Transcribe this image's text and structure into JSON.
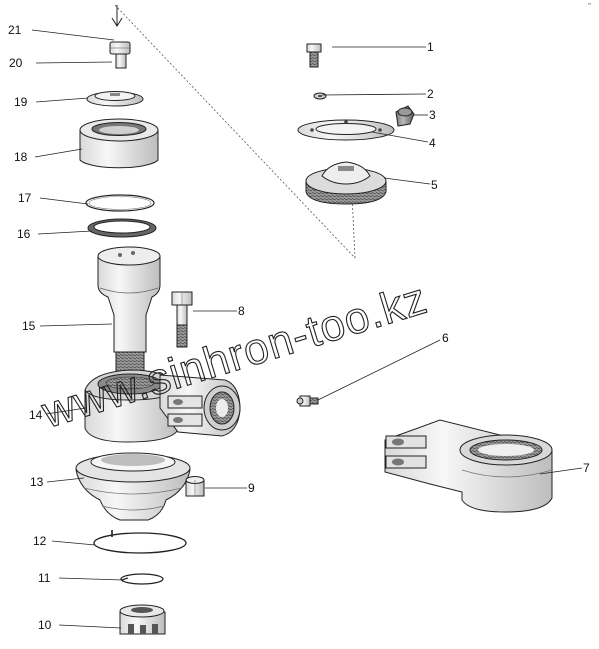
{
  "diagram": {
    "corner_mark": "ᵔ",
    "watermark": "www.sinhron-too.kz",
    "callouts": [
      "1",
      "2",
      "3",
      "4",
      "5",
      "6",
      "7",
      "8",
      "9",
      "10",
      "11",
      "12",
      "13",
      "14",
      "15",
      "16",
      "17",
      "18",
      "19",
      "20",
      "21"
    ]
  }
}
